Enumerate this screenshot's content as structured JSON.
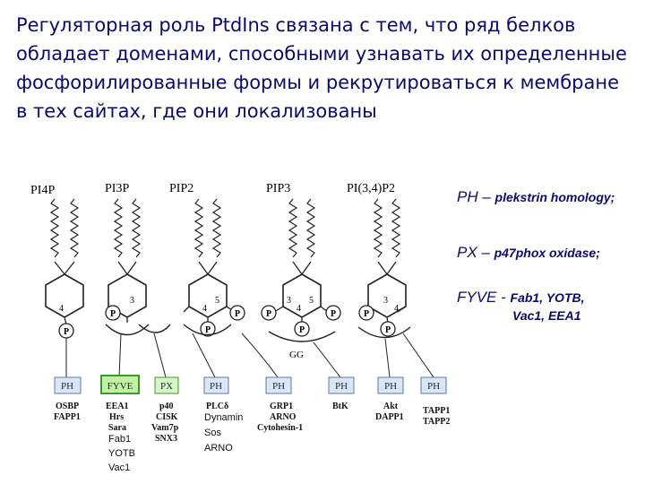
{
  "title": "Регуляторная роль PtdIns связана с тем, что ряд белков обладает доменами, способными узнавать их определенные  фосфорилированные формы и рекрутироваться к мембране в тех сайтах, где они локализованы",
  "colors": {
    "title": "#0a0a6e",
    "domain_box": "#d8e6f6",
    "domain_border": "#5c7aa6",
    "fyve_box": "#c2f0a4",
    "fyve_border": "#3d9a2a",
    "px_box": "#d6f6c6"
  },
  "lipids": [
    "PI4P",
    "PI3P",
    "PIP2",
    "PIP3",
    "PI(3,4)P2"
  ],
  "ring_marks": {
    "p": "P",
    "pos4": "4",
    "pos3": "3",
    "pos5": "5",
    "gg": "GG"
  },
  "domains": [
    "PH",
    "FYVE",
    "PX",
    "PH",
    "PH",
    "PH",
    "PH",
    "PH"
  ],
  "proteins": {
    "ph1": [
      "OSBP",
      "FAPP1"
    ],
    "fyve": [
      "EEA1",
      "Hrs",
      "Sara"
    ],
    "fyve_extra": [
      "Fab1",
      "YOTB",
      "Vac1"
    ],
    "px": [
      "p40",
      "CISK",
      "Vam7p",
      "SNX3"
    ],
    "ph2": [
      "PLCδ",
      "Dynamin",
      "Sos",
      "ARNO"
    ],
    "ph3": [
      "GRP1",
      "ARNO",
      "Cytohesin-1"
    ],
    "ph4": [
      "BtK"
    ],
    "ph5": [
      "Akt",
      "DAPP1"
    ],
    "ph6": [
      "TAPP1",
      "TAPP2"
    ]
  },
  "legend": [
    {
      "abbr": "PH",
      "sep": " – ",
      "desc": "plekstrin homology;"
    },
    {
      "abbr": "PX",
      "sep": " – ",
      "desc": "p47phox oxidase;"
    },
    {
      "abbr": "FYVE",
      "sep": " - ",
      "desc": "Fab1, YOTB,",
      "desc2": "Vac1, EEA1"
    }
  ]
}
